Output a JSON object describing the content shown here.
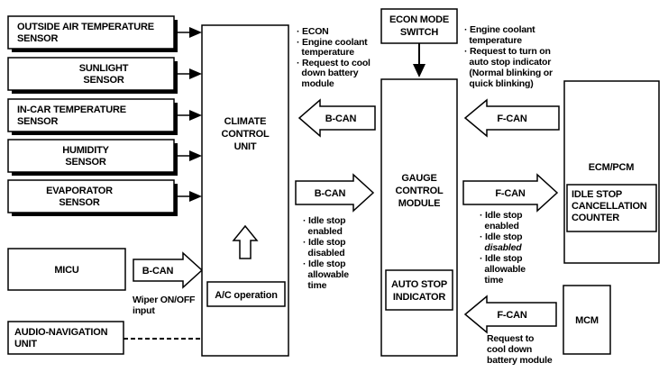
{
  "boxes": {
    "outside_air": [
      "OUTSIDE AIR TEMPERATURE",
      "SENSOR"
    ],
    "sunlight": [
      "SUNLIGHT",
      "SENSOR"
    ],
    "in_car": [
      "IN-CAR TEMPERATURE",
      "SENSOR"
    ],
    "humidity": [
      "HUMIDITY",
      "SENSOR"
    ],
    "evaporator": [
      "EVAPORATOR",
      "SENSOR"
    ],
    "micu": [
      "MICU"
    ],
    "audio_nav": [
      "AUDIO-NAVIGATION",
      "UNIT"
    ],
    "climate": [
      "CLIMATE",
      "CONTROL",
      "UNIT"
    ],
    "ac_operation": [
      "A/C operation"
    ],
    "econ_switch": [
      "ECON MODE",
      "SWITCH"
    ],
    "gauge": [
      "GAUGE",
      "CONTROL",
      "MODULE"
    ],
    "auto_stop": [
      "AUTO STOP",
      "INDICATOR"
    ],
    "ecm": [
      "ECM/PCM"
    ],
    "idle_counter": [
      "IDLE STOP",
      "CANCELLATION",
      "COUNTER"
    ],
    "mcm": [
      "MCM"
    ]
  },
  "arrows": {
    "micu_to_climate": "B-CAN",
    "gauge_to_climate": "B-CAN",
    "climate_to_gauge": "B-CAN",
    "ecm_to_gauge": "F-CAN",
    "gauge_to_ecm": "F-CAN",
    "mcm_to_gauge": "F-CAN"
  },
  "notes": {
    "climate_out": [
      "· ECON",
      "· Engine coolant",
      "  temperature",
      "· Request to cool",
      "  down battery",
      "  module"
    ],
    "ecm_out": [
      "· Engine coolant",
      "  temperature",
      "· Request to turn on",
      "  auto stop indicator",
      "  (Normal blinking or",
      "  quick blinking)"
    ],
    "gauge_to_climate": [
      "· Idle stop",
      "  enabled",
      "· Idle stop",
      "  disabled",
      "· Idle stop",
      "  allowable",
      "  time"
    ],
    "gauge_to_ecm": [
      "· Idle stop",
      "  enabled",
      "· Idle stop",
      "  disabled",
      "· Idle stop",
      "  allowable",
      "  time"
    ],
    "micu_out": [
      "Wiper ON/OFF",
      "input"
    ],
    "mcm_out": [
      "Request to",
      "cool down",
      "battery module"
    ]
  }
}
